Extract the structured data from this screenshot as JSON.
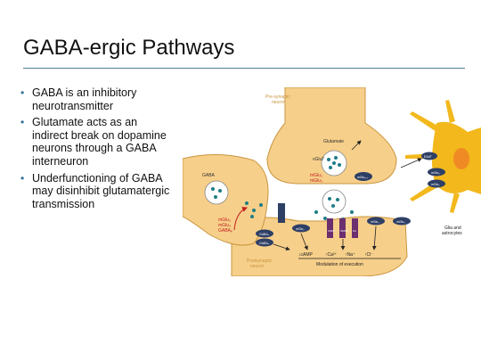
{
  "slide": {
    "title": "GABA-ergic Pathways",
    "bullets": [
      "GABA is an inhibitory neurotransmitter",
      "Glutamate acts as an indirect break on dopamine neurons through a GABA interneuron",
      "Underfunctioning of GABA may disinhibit glutamatergic transmission"
    ]
  },
  "diagram": {
    "presynaptic_label_1": "Pre-synaptic",
    "presynaptic_label_2": "neuron",
    "glutamate_label": "Glutamate",
    "vglut_label": "vGluT",
    "mglu2_label": "mGlu₂",
    "mglu3_label": "mGlu₃",
    "mglu47_label": "mGlu₄-₇",
    "gaba_label": "GABA",
    "gaba_receptors_1": "mGlu₂",
    "gaba_receptors_2": "mGlu₃",
    "gaba_receptors_3": "GABAₑ",
    "gabab_label": "GABAₑ",
    "gabaa_label": "GABAₐ",
    "ampa_label": "AMPA",
    "nmda_label": "NMDA",
    "kainate_label": "KA",
    "mglu1_label": "mGlu₁",
    "mglu5_label": "mGlu₅",
    "eaat_label": "EAAT",
    "camp_label": "↓cAMP",
    "ca_label": "↑Ca²⁺",
    "na_label": "↑Na⁺",
    "cl_label": "↑Cl⁻",
    "modulation_label": "Modulation of execution",
    "postsynaptic_label_1": "Postsynaptic",
    "postsynaptic_label_2": "neuron",
    "glia_label_1": "Glia and",
    "glia_label_2": "astrocytes"
  },
  "colors": {
    "neuron_fill": "#f6cf8a",
    "neuron_stroke": "#c9953f",
    "vesicle_fill": "#ffffff",
    "vesicle_dot": "#1d7d86",
    "receptor_dark": "#2e3f66",
    "receptor_purple": "#6b2e6f",
    "red_arrow": "#c21f1f",
    "astrocyte": "#f2b81c",
    "accent_rule": "#4f7f9c"
  }
}
